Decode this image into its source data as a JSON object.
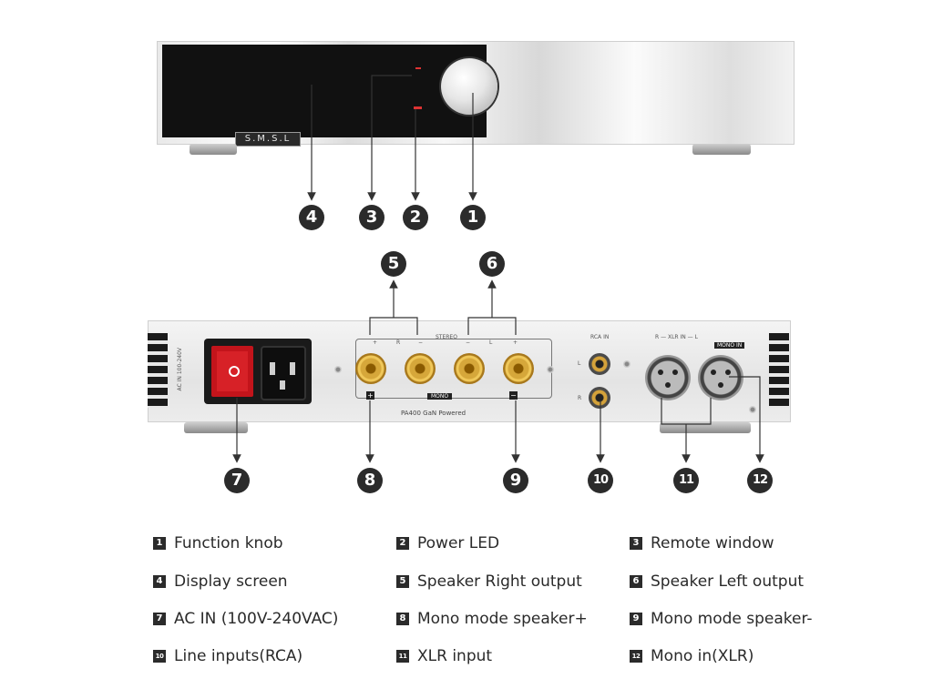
{
  "front_panel": {
    "logo_text": "S.M.S.L"
  },
  "back_panel": {
    "stereo_label": "STEREO",
    "mono_label": "MONO",
    "model_text": "PA400 GaN Powered",
    "rca_label": "RCA IN",
    "xlr_label": "R — XLR IN — L",
    "mono_in_label": "MONO IN",
    "ac_label": "AC IN 100-240V",
    "r": "R",
    "l": "L",
    "plus": "+",
    "minus": "−",
    "plus_box": "+",
    "minus_box": "−"
  },
  "callouts": [
    "1",
    "2",
    "3",
    "4",
    "5",
    "6",
    "7",
    "8",
    "9",
    "10",
    "11",
    "12"
  ],
  "legend": [
    {
      "num": "1",
      "text": "Function knob"
    },
    {
      "num": "2",
      "text": "Power LED"
    },
    {
      "num": "3",
      "text": "Remote window"
    },
    {
      "num": "4",
      "text": "Display screen"
    },
    {
      "num": "5",
      "text": "Speaker Right output"
    },
    {
      "num": "6",
      "text": "Speaker Left output"
    },
    {
      "num": "7",
      "text": "AC IN (100V-240VAC)"
    },
    {
      "num": "8",
      "text": "Mono mode speaker+"
    },
    {
      "num": "9",
      "text": "Mono mode speaker-"
    },
    {
      "num": "10",
      "text": "Line inputs(RCA)"
    },
    {
      "num": "11",
      "text": "XLR input"
    },
    {
      "num": "12",
      "text": "Mono in(XLR)"
    }
  ],
  "colors": {
    "badge": "#2b2b2b",
    "power_switch": "#d72127",
    "terminal_gold": "#d6a73a"
  }
}
